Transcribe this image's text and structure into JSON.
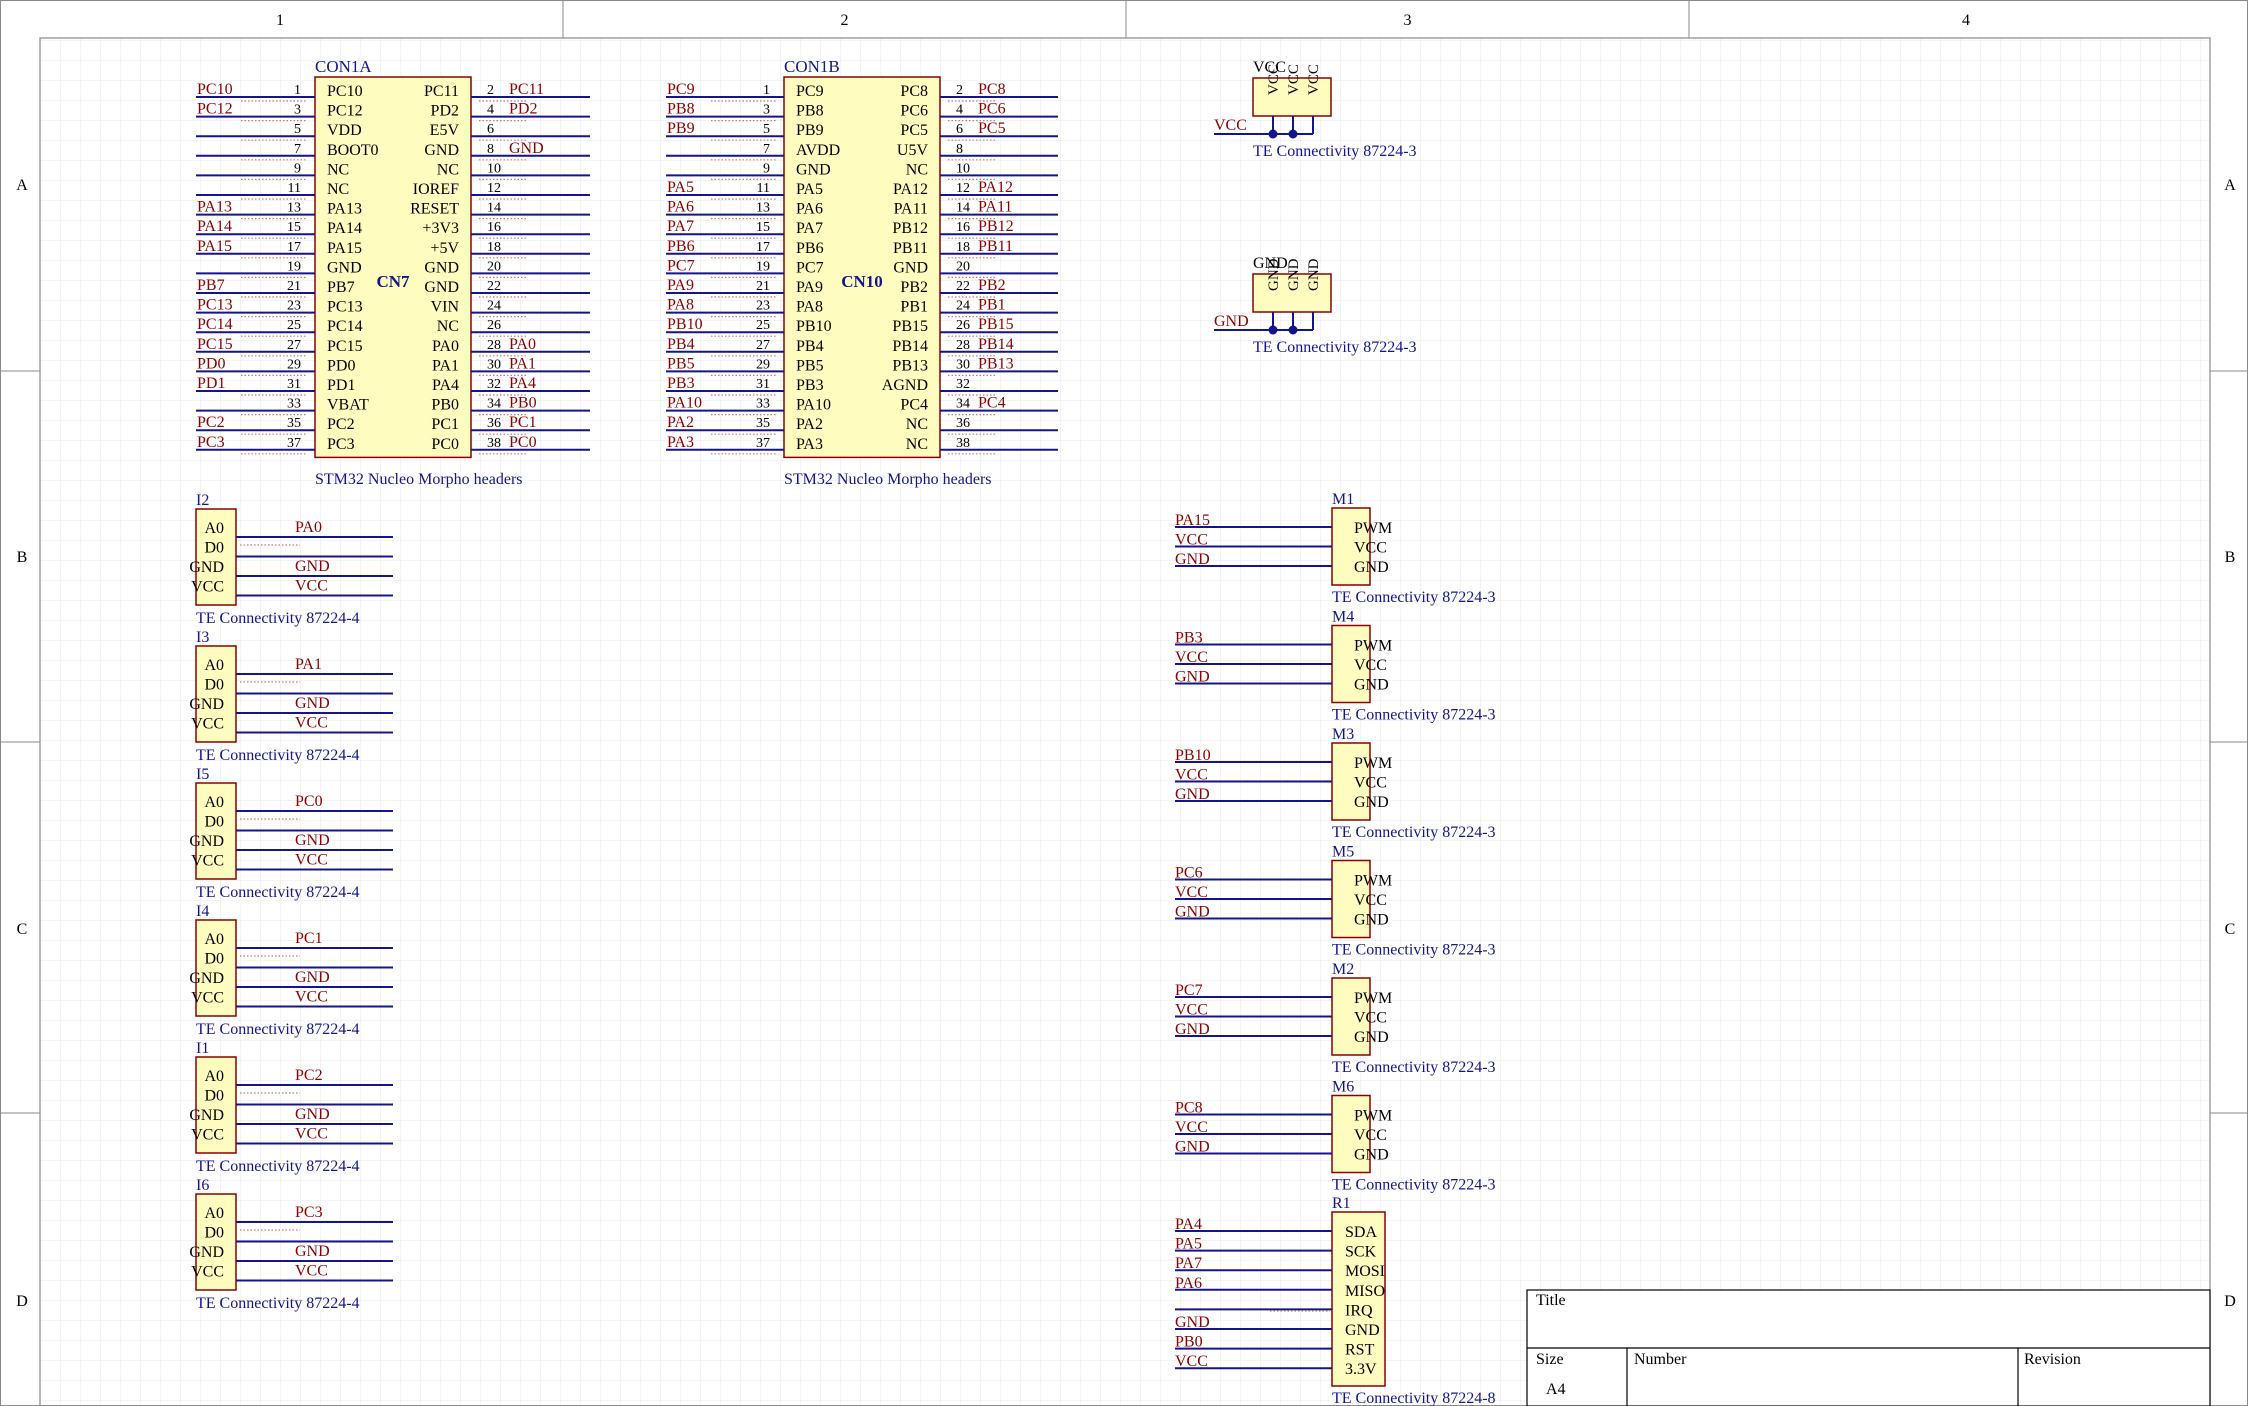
{
  "colors": {
    "wire": "#14148c",
    "net": "#8b0000",
    "pin_text": "#000000",
    "designator": "#14148c",
    "comment": "#14148c",
    "body_fill": "#fffcc0",
    "body_stroke": "#8b0000",
    "border": "#8a8a8a",
    "grid": "#e6e6e6",
    "junction": "#14148c",
    "dots": "#c08060"
  },
  "border": {
    "col_labels": [
      "1",
      "2",
      "3",
      "4"
    ],
    "row_labels": [
      "A",
      "B",
      "C",
      "D"
    ]
  },
  "headers": [
    {
      "designator": "CON1A",
      "center": "CN7",
      "comment": "STM32 Nucleo Morpho headers",
      "left": [
        {
          "num": "1",
          "name": "PC10",
          "net": "PC10"
        },
        {
          "num": "3",
          "name": "PC12",
          "net": "PC12"
        },
        {
          "num": "5",
          "name": "VDD",
          "net": ""
        },
        {
          "num": "7",
          "name": "BOOT0",
          "net": ""
        },
        {
          "num": "9",
          "name": "NC",
          "net": ""
        },
        {
          "num": "11",
          "name": "NC",
          "net": ""
        },
        {
          "num": "13",
          "name": "PA13",
          "net": "PA13"
        },
        {
          "num": "15",
          "name": "PA14",
          "net": "PA14"
        },
        {
          "num": "17",
          "name": "PA15",
          "net": "PA15"
        },
        {
          "num": "19",
          "name": "GND",
          "net": ""
        },
        {
          "num": "21",
          "name": "PB7",
          "net": "PB7"
        },
        {
          "num": "23",
          "name": "PC13",
          "net": "PC13"
        },
        {
          "num": "25",
          "name": "PC14",
          "net": "PC14"
        },
        {
          "num": "27",
          "name": "PC15",
          "net": "PC15"
        },
        {
          "num": "29",
          "name": "PD0",
          "net": "PD0"
        },
        {
          "num": "31",
          "name": "PD1",
          "net": "PD1"
        },
        {
          "num": "33",
          "name": "VBAT",
          "net": ""
        },
        {
          "num": "35",
          "name": "PC2",
          "net": "PC2"
        },
        {
          "num": "37",
          "name": "PC3",
          "net": "PC3"
        }
      ],
      "right": [
        {
          "num": "2",
          "name": "PC11",
          "net": "PC11"
        },
        {
          "num": "4",
          "name": "PD2",
          "net": "PD2"
        },
        {
          "num": "6",
          "name": "E5V",
          "net": ""
        },
        {
          "num": "8",
          "name": "GND",
          "net": "GND"
        },
        {
          "num": "10",
          "name": "NC",
          "net": ""
        },
        {
          "num": "12",
          "name": "IOREF",
          "net": ""
        },
        {
          "num": "14",
          "name": "RESET",
          "net": ""
        },
        {
          "num": "16",
          "name": "+3V3",
          "net": ""
        },
        {
          "num": "18",
          "name": "+5V",
          "net": ""
        },
        {
          "num": "20",
          "name": "GND",
          "net": ""
        },
        {
          "num": "22",
          "name": "GND",
          "net": ""
        },
        {
          "num": "24",
          "name": "VIN",
          "net": ""
        },
        {
          "num": "26",
          "name": "NC",
          "net": ""
        },
        {
          "num": "28",
          "name": "PA0",
          "net": "PA0"
        },
        {
          "num": "30",
          "name": "PA1",
          "net": "PA1"
        },
        {
          "num": "32",
          "name": "PA4",
          "net": "PA4"
        },
        {
          "num": "34",
          "name": "PB0",
          "net": "PB0"
        },
        {
          "num": "36",
          "name": "PC1",
          "net": "PC1"
        },
        {
          "num": "38",
          "name": "PC0",
          "net": "PC0"
        }
      ]
    },
    {
      "designator": "CON1B",
      "center": "CN10",
      "comment": "STM32 Nucleo Morpho headers",
      "left": [
        {
          "num": "1",
          "name": "PC9",
          "net": "PC9"
        },
        {
          "num": "3",
          "name": "PB8",
          "net": "PB8"
        },
        {
          "num": "5",
          "name": "PB9",
          "net": "PB9"
        },
        {
          "num": "7",
          "name": "AVDD",
          "net": ""
        },
        {
          "num": "9",
          "name": "GND",
          "net": ""
        },
        {
          "num": "11",
          "name": "PA5",
          "net": "PA5"
        },
        {
          "num": "13",
          "name": "PA6",
          "net": "PA6"
        },
        {
          "num": "15",
          "name": "PA7",
          "net": "PA7"
        },
        {
          "num": "17",
          "name": "PB6",
          "net": "PB6"
        },
        {
          "num": "19",
          "name": "PC7",
          "net": "PC7"
        },
        {
          "num": "21",
          "name": "PA9",
          "net": "PA9"
        },
        {
          "num": "23",
          "name": "PA8",
          "net": "PA8"
        },
        {
          "num": "25",
          "name": "PB10",
          "net": "PB10"
        },
        {
          "num": "27",
          "name": "PB4",
          "net": "PB4"
        },
        {
          "num": "29",
          "name": "PB5",
          "net": "PB5"
        },
        {
          "num": "31",
          "name": "PB3",
          "net": "PB3"
        },
        {
          "num": "33",
          "name": "PA10",
          "net": "PA10"
        },
        {
          "num": "35",
          "name": "PA2",
          "net": "PA2"
        },
        {
          "num": "37",
          "name": "PA3",
          "net": "PA3"
        }
      ],
      "right": [
        {
          "num": "2",
          "name": "PC8",
          "net": "PC8"
        },
        {
          "num": "4",
          "name": "PC6",
          "net": "PC6"
        },
        {
          "num": "6",
          "name": "PC5",
          "net": "PC5"
        },
        {
          "num": "8",
          "name": "U5V",
          "net": ""
        },
        {
          "num": "10",
          "name": "NC",
          "net": ""
        },
        {
          "num": "12",
          "name": "PA12",
          "net": "PA12"
        },
        {
          "num": "14",
          "name": "PA11",
          "net": "PA11"
        },
        {
          "num": "16",
          "name": "PB12",
          "net": "PB12"
        },
        {
          "num": "18",
          "name": "PB11",
          "net": "PB11"
        },
        {
          "num": "20",
          "name": "GND",
          "net": ""
        },
        {
          "num": "22",
          "name": "PB2",
          "net": "PB2"
        },
        {
          "num": "24",
          "name": "PB1",
          "net": "PB1"
        },
        {
          "num": "26",
          "name": "PB15",
          "net": "PB15"
        },
        {
          "num": "28",
          "name": "PB14",
          "net": "PB14"
        },
        {
          "num": "30",
          "name": "PB13",
          "net": "PB13"
        },
        {
          "num": "32",
          "name": "AGND",
          "net": ""
        },
        {
          "num": "34",
          "name": "PC4",
          "net": "PC4"
        },
        {
          "num": "36",
          "name": "NC",
          "net": ""
        },
        {
          "num": "38",
          "name": "NC",
          "net": ""
        }
      ]
    }
  ],
  "power_symbols": [
    {
      "net": "VCC",
      "pin_label": "VCC",
      "comment": "TE Connectivity 87224-3"
    },
    {
      "net": "GND",
      "pin_label": "GND",
      "comment": "TE Connectivity 87224-3"
    }
  ],
  "sensors": [
    {
      "designator": "I2",
      "pins": [
        "A0",
        "D0",
        "GND",
        "VCC"
      ],
      "nets": [
        "PA0",
        "",
        "GND",
        "VCC"
      ],
      "comment": "TE Connectivity 87224-4"
    },
    {
      "designator": "I3",
      "pins": [
        "A0",
        "D0",
        "GND",
        "VCC"
      ],
      "nets": [
        "PA1",
        "",
        "GND",
        "VCC"
      ],
      "comment": "TE Connectivity 87224-4"
    },
    {
      "designator": "I5",
      "pins": [
        "A0",
        "D0",
        "GND",
        "VCC"
      ],
      "nets": [
        "PC0",
        "",
        "GND",
        "VCC"
      ],
      "comment": "TE Connectivity 87224-4"
    },
    {
      "designator": "I4",
      "pins": [
        "A0",
        "D0",
        "GND",
        "VCC"
      ],
      "nets": [
        "PC1",
        "",
        "GND",
        "VCC"
      ],
      "comment": "TE Connectivity 87224-4"
    },
    {
      "designator": "I1",
      "pins": [
        "A0",
        "D0",
        "GND",
        "VCC"
      ],
      "nets": [
        "PC2",
        "",
        "GND",
        "VCC"
      ],
      "comment": "TE Connectivity 87224-4"
    },
    {
      "designator": "I6",
      "pins": [
        "A0",
        "D0",
        "GND",
        "VCC"
      ],
      "nets": [
        "PC3",
        "",
        "GND",
        "VCC"
      ],
      "comment": "TE Connectivity 87224-4"
    }
  ],
  "motors": [
    {
      "designator": "M1",
      "pins": [
        "PWM",
        "VCC",
        "GND"
      ],
      "nets": [
        "PA15",
        "VCC",
        "GND"
      ],
      "comment": "TE Connectivity 87224-3"
    },
    {
      "designator": "M4",
      "pins": [
        "PWM",
        "VCC",
        "GND"
      ],
      "nets": [
        "PB3",
        "VCC",
        "GND"
      ],
      "comment": "TE Connectivity 87224-3"
    },
    {
      "designator": "M3",
      "pins": [
        "PWM",
        "VCC",
        "GND"
      ],
      "nets": [
        "PB10",
        "VCC",
        "GND"
      ],
      "comment": "TE Connectivity 87224-3"
    },
    {
      "designator": "M5",
      "pins": [
        "PWM",
        "VCC",
        "GND"
      ],
      "nets": [
        "PC6",
        "VCC",
        "GND"
      ],
      "comment": "TE Connectivity 87224-3"
    },
    {
      "designator": "M2",
      "pins": [
        "PWM",
        "VCC",
        "GND"
      ],
      "nets": [
        "PC7",
        "VCC",
        "GND"
      ],
      "comment": "TE Connectivity 87224-3"
    },
    {
      "designator": "M6",
      "pins": [
        "PWM",
        "VCC",
        "GND"
      ],
      "nets": [
        "PC8",
        "VCC",
        "GND"
      ],
      "comment": "TE Connectivity 87224-3"
    }
  ],
  "rfid": {
    "designator": "R1",
    "pins": [
      "SDA",
      "SCK",
      "MOSI",
      "MISO",
      "IRQ",
      "GND",
      "RST",
      "3.3V"
    ],
    "nets": [
      "PA4",
      "PA5",
      "PA7",
      "PA6",
      "",
      "GND",
      "PB0",
      "VCC"
    ],
    "comment": "TE Connectivity 87224-8"
  },
  "title_block": {
    "title_label": "Title",
    "size_label": "Size",
    "size_value": "A4",
    "number_label": "Number",
    "revision_label": "Revision"
  }
}
